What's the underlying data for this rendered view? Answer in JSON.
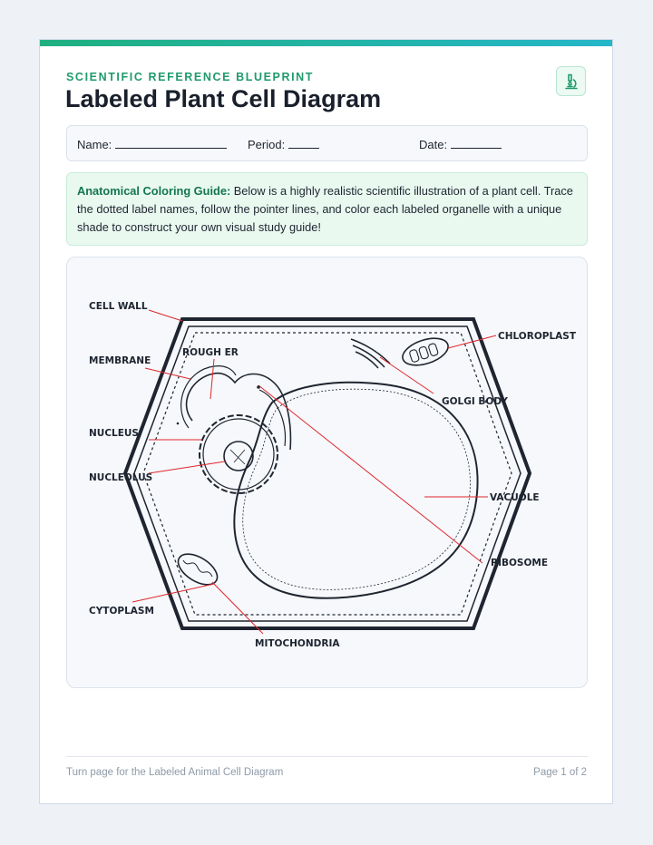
{
  "header": {
    "kicker": "SCIENTIFIC REFERENCE BLUEPRINT",
    "title": "Labeled Plant Cell Diagram",
    "badge_icon": "microscope-icon"
  },
  "fields": {
    "name_label": "Name:",
    "period_label": "Period:",
    "date_label": "Date:"
  },
  "guide": {
    "lead": "Anatomical Coloring Guide:",
    "body": " Below is a highly realistic scientific illustration of a plant cell. Trace the dotted label names, follow the pointer lines, and color each labeled organelle with a unique shade to construct your own visual study guide!"
  },
  "labels": {
    "cell_wall": "CELL WALL",
    "membrane": "MEMBRANE",
    "rough_er": "ROUGH ER",
    "nucleus": "NUCLEUS",
    "nucleolus": "NUCLEOLUS",
    "cytoplasm": "CYTOPLASM",
    "mitochondria": "MITOCHONDRIA",
    "chloroplast": "CHLOROPLAST",
    "golgi_body": "GOLGI BODY",
    "vacuole": "VACUOLE",
    "ribosome": "RIBOSOME"
  },
  "footer": {
    "note": "Turn page for the Labeled Animal Cell Diagram",
    "page": "Page 1 of 2"
  },
  "colors": {
    "accent": "#1f9a6d",
    "pointer": "#e0262c",
    "ink": "#1e2530"
  }
}
